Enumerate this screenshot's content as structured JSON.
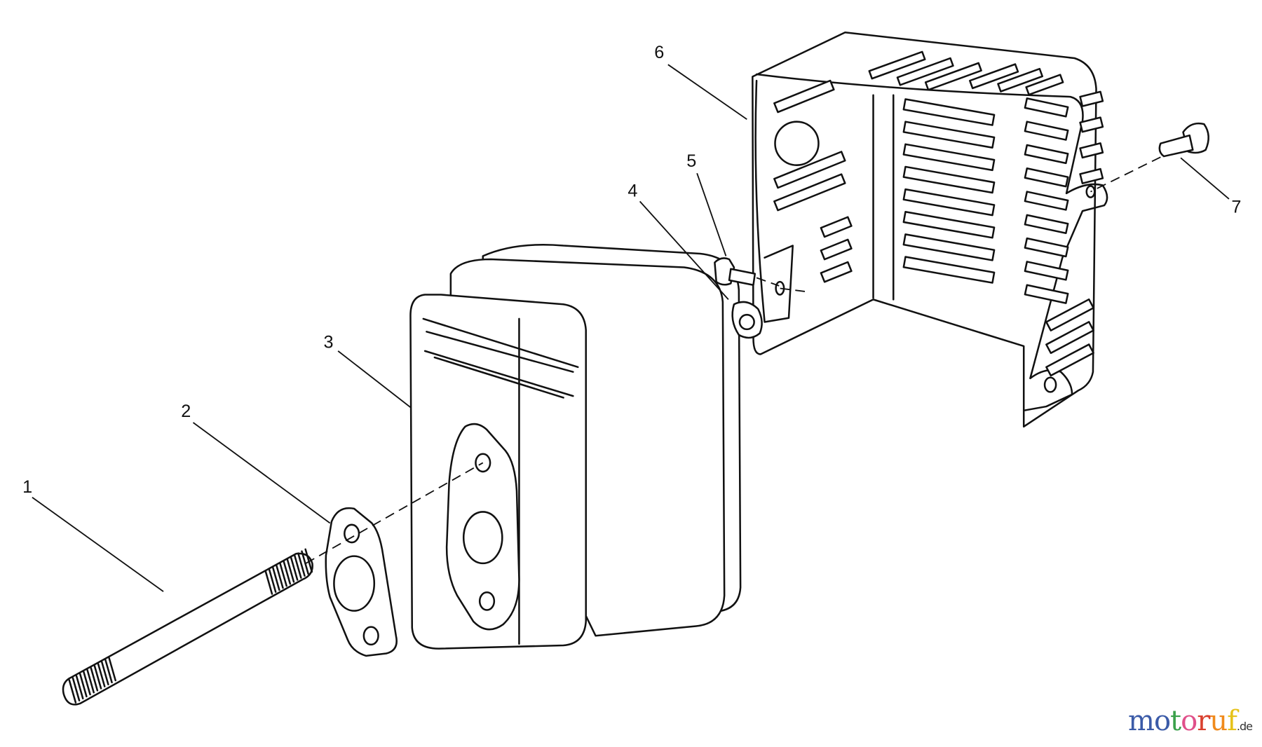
{
  "diagram": {
    "callouts": [
      {
        "id": "1",
        "part": "stud"
      },
      {
        "id": "2",
        "part": "gasket"
      },
      {
        "id": "3",
        "part": "muffler"
      },
      {
        "id": "4",
        "part": "nut"
      },
      {
        "id": "5",
        "part": "screw"
      },
      {
        "id": "6",
        "part": "muffler-guard"
      },
      {
        "id": "7",
        "part": "screw"
      }
    ]
  },
  "watermark": {
    "letters": [
      "m",
      "o",
      "t",
      "o",
      "r",
      "u",
      "f"
    ],
    "colors": [
      "#3b5ba8",
      "#3b5ba8",
      "#3aa04a",
      "#e0508a",
      "#d9402e",
      "#f08a1c",
      "#e6c21a"
    ],
    "suffix": ".de"
  }
}
